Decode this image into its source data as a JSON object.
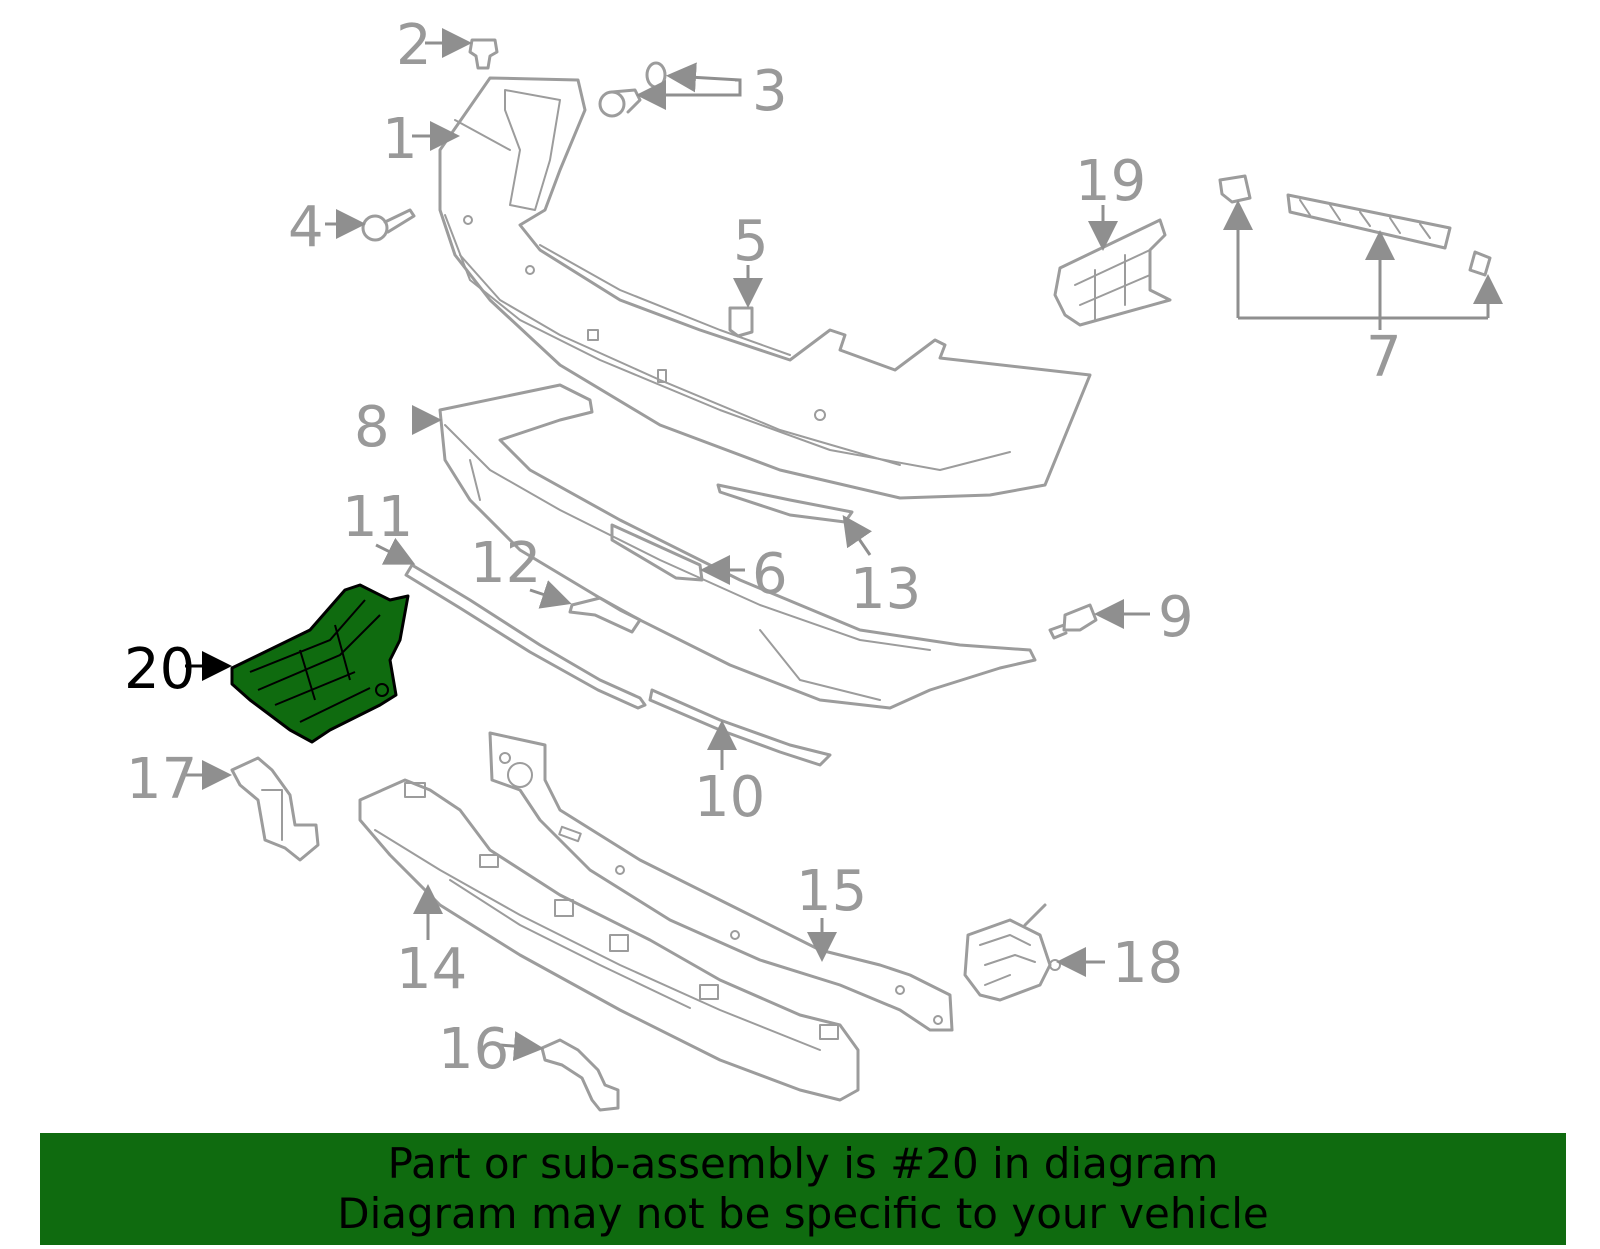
{
  "diagram": {
    "highlight_color": "#0f6b0f",
    "line_color": "#9c9c9c",
    "highlighted_part": "20",
    "callouts": [
      "1",
      "2",
      "3",
      "4",
      "5",
      "6",
      "7",
      "8",
      "9",
      "10",
      "11",
      "12",
      "13",
      "14",
      "15",
      "16",
      "17",
      "18",
      "19",
      "20"
    ]
  },
  "banner": {
    "line1": "Part or sub-assembly is #20 in diagram",
    "line2": "Diagram may not be specific to your vehicle",
    "background": "#0f6b0f"
  }
}
